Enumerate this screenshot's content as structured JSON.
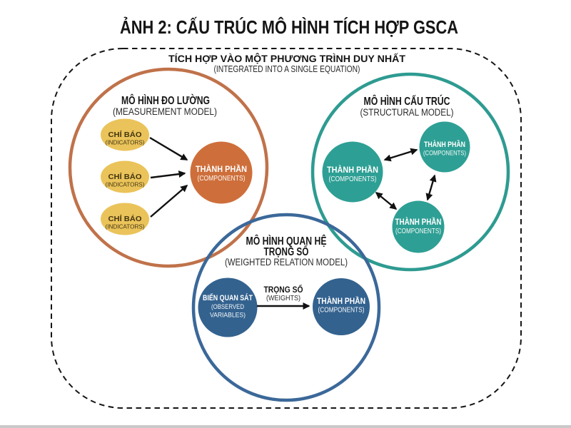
{
  "title": "ẢNH 2: CẤU TRÚC MÔ HÌNH TÍCH HỢP GSCA",
  "outer_box": {
    "label_vi": "TÍCH HỢP VÀO MỘT PHƯƠNG TRÌNH DUY NHẤT",
    "label_en": "(INTEGRATED INTO A SINGLE EQUATION)"
  },
  "measurement_model": {
    "title_vi": "MÔ HÌNH ĐO LƯỜNG",
    "title_en": "(MEASUREMENT MODEL)",
    "indicators": [
      {
        "label_vi": "CHỈ BÁO",
        "label_en": "(INDICATORS)"
      },
      {
        "label_vi": "CHỈ BÁO",
        "label_en": "(INDICATORS)"
      },
      {
        "label_vi": "CHỈ BÁO",
        "label_en": "(INDICATORS)"
      }
    ],
    "component": {
      "label_vi": "THÀNH PHẦN",
      "label_en": "(COMPONENTS)"
    }
  },
  "structural_model": {
    "title_vi": "MÔ HÌNH CẤU TRÚC",
    "title_en": "(STRUCTURAL MODEL)",
    "components": [
      {
        "label_vi": "THÀNH PHẦN",
        "label_en": "(COMPONENTS)"
      },
      {
        "label_vi": "THÀNH PHẦN",
        "label_en": "(COMPONENTS)"
      },
      {
        "label_vi": "THÀNH PHẦN",
        "label_en": "(COMPONENTS)"
      }
    ]
  },
  "weighted_model": {
    "title_vi_line1": "MÔ HÌNH QUAN HỆ",
    "title_vi_line2": "TRỌNG SỐ",
    "title_en": "(WEIGHTED RELATION MODEL)",
    "observed": {
      "label_vi": "BIẾN QUAN SÁT",
      "label_en_line1": "(OBSERVED",
      "label_en_line2": "VARIABLES)"
    },
    "weight_label_vi": "TRỌNG SỐ",
    "weight_label_en": "(WEIGHTS)",
    "component": {
      "label_vi": "THÀNH PHẦN",
      "label_en": "(COMPONENTS)"
    }
  },
  "colors": {
    "ink": "#151515",
    "arrow": "#111111",
    "orange_ring": "#c0724a",
    "orange_fill": "#ce6f3b",
    "yellow_fill": "#eac35a",
    "indicator_text": "#433511",
    "teal_ring": "#2e9b91",
    "teal_fill": "#2e9f94",
    "blue_ring": "#3b6899",
    "blue_fill": "#33628f",
    "strip": "#c9c9c9"
  }
}
